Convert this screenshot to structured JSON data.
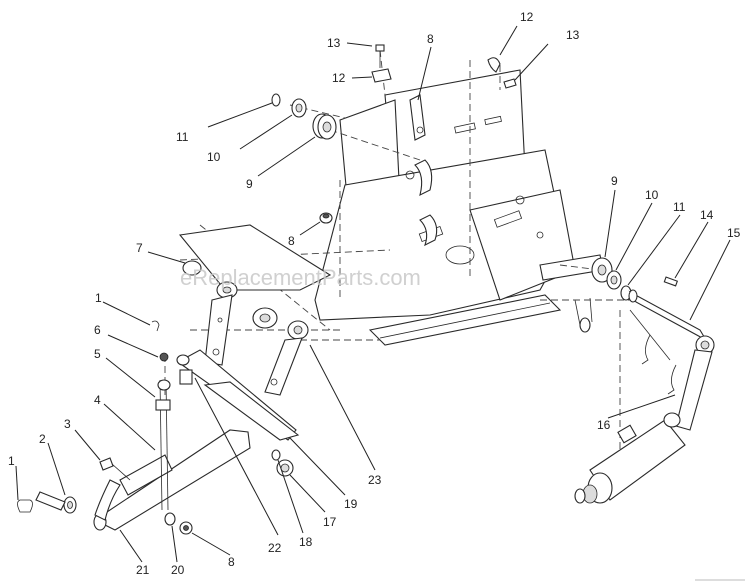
{
  "diagram": {
    "callouts": [
      "13",
      "12",
      "8",
      "12",
      "13",
      "11",
      "10",
      "9",
      "8",
      "9",
      "10",
      "11",
      "14",
      "15",
      "7",
      "1",
      "6",
      "5",
      "4",
      "3",
      "2",
      "1",
      "16",
      "23",
      "19",
      "17",
      "18",
      "8",
      "20",
      "21",
      "22"
    ],
    "watermark": "eReplacementParts.com"
  }
}
